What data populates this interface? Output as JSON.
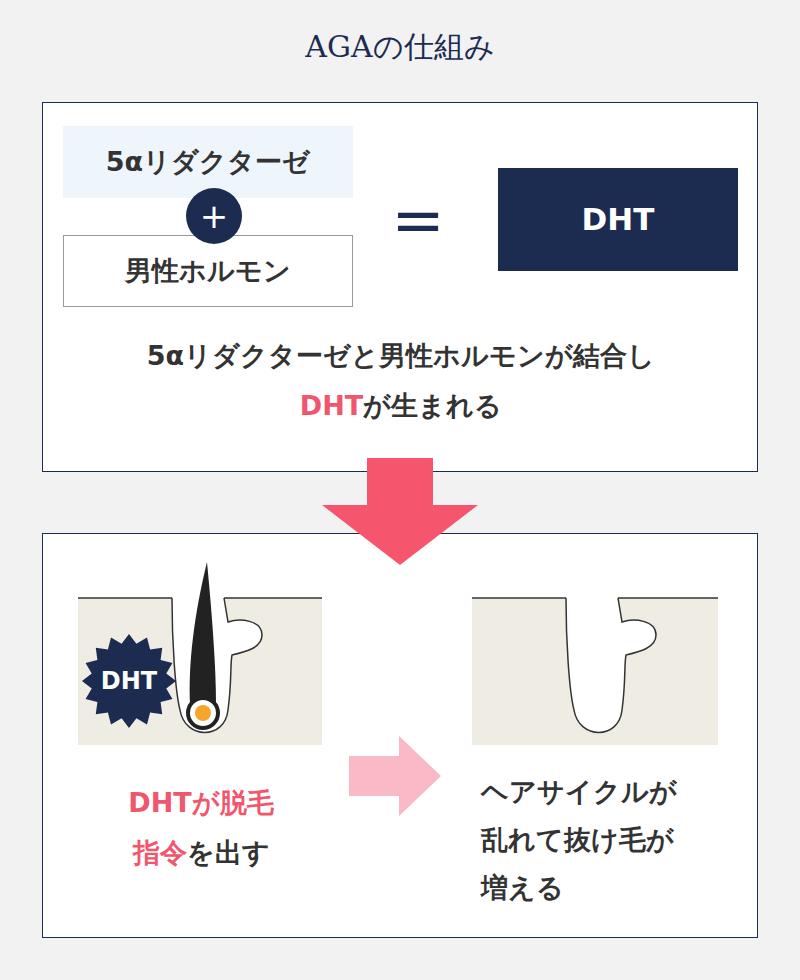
{
  "diagram": {
    "title": "AGAの仕組み",
    "nodes": [
      {
        "text": [
          "5αリダクターゼと男性ホルモンが結合し",
          "DHT",
          "が生まれる"
        ]
      },
      {
        "text": [
          "5αリダクターゼ"
        ],
        "in": 0
      },
      {
        "text": [
          "+"
        ],
        "in": 0
      },
      {
        "text": [
          "男性ホルモン"
        ],
        "in": 0
      },
      {
        "text": [
          "DHT"
        ],
        "in": 0
      },
      {
        "text": []
      },
      {
        "text": [
          "DHTが脱毛",
          "指令",
          "を出す"
        ],
        "in": 5
      },
      {
        "text": [
          "DHT"
        ],
        "in": 6
      },
      {
        "text": [
          "ヘアサイクルが乱れて抜け毛が増える"
        ],
        "in": 5
      }
    ],
    "edges": [
      {
        "from": 0,
        "to": 5,
        "arrow": "to"
      },
      {
        "from": 6,
        "to": 8,
        "arrow": "to"
      }
    ],
    "labels": [
      "="
    ]
  }
}
